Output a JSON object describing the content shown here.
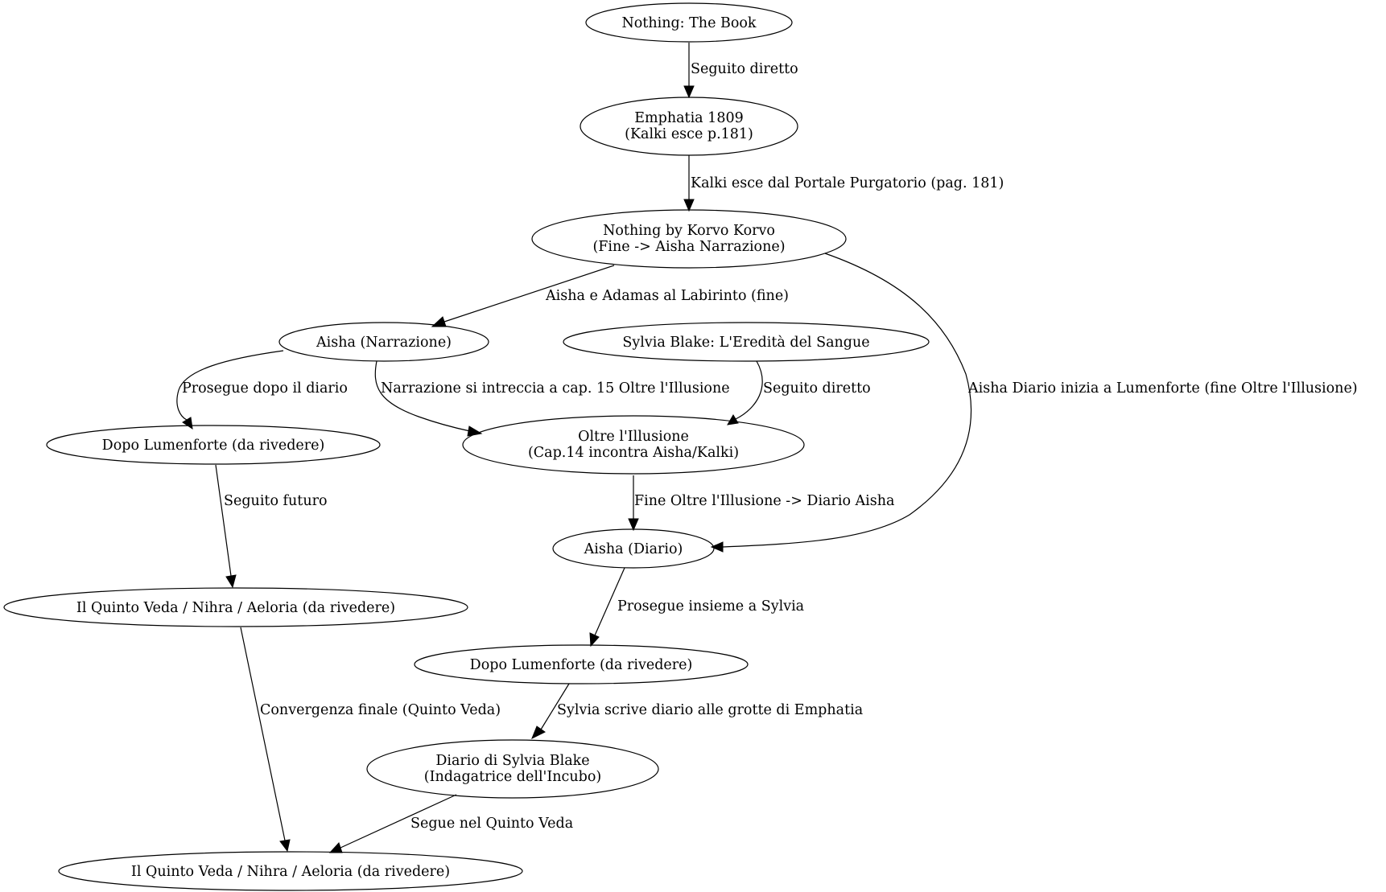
{
  "nodes": {
    "n1": [
      "Nothing: The Book"
    ],
    "n2": [
      "Emphatia 1809",
      "(Kalki esce p.181)"
    ],
    "n3": [
      "Nothing by Korvo Korvo",
      "(Fine -> Aisha Narrazione)"
    ],
    "n4": [
      "Aisha (Narrazione)"
    ],
    "n5": [
      "Sylvia Blake: L'Eredità del Sangue"
    ],
    "n6": [
      "Dopo Lumenforte (da rivedere)"
    ],
    "n7": [
      "Oltre l'Illusione",
      "(Cap.14 incontra Aisha/Kalki)"
    ],
    "n8": [
      "Aisha (Diario)"
    ],
    "n9": [
      "Il Quinto Veda / Nihra / Aeloria (da rivedere)"
    ],
    "n10": [
      "Dopo Lumenforte (da rivedere)"
    ],
    "n11": [
      "Diario di Sylvia Blake",
      "(Indagatrice dell'Incubo)"
    ],
    "n12": [
      "Il Quinto Veda / Nihra / Aeloria (da rivedere)"
    ]
  },
  "edges": {
    "e1": "Seguito diretto",
    "e2": "Kalki esce dal Portale Purgatorio (pag. 181)",
    "e3": "Aisha e Adamas al Labirinto (fine)",
    "e4": "Aisha Diario inizia a Lumenforte (fine Oltre l'Illusione)",
    "e5": "Prosegue dopo il diario",
    "e6": "Narrazione si intreccia a cap. 15 Oltre l'Illusione",
    "e7": "Seguito diretto",
    "e8": "Seguito futuro",
    "e9": "Fine Oltre l'Illusione -> Diario Aisha",
    "e10": "Prosegue insieme a Sylvia",
    "e11": "Convergenza finale (Quinto Veda)",
    "e12": "Sylvia scrive diario alle grotte di Emphatia",
    "e13": "Segue nel Quinto Veda"
  }
}
